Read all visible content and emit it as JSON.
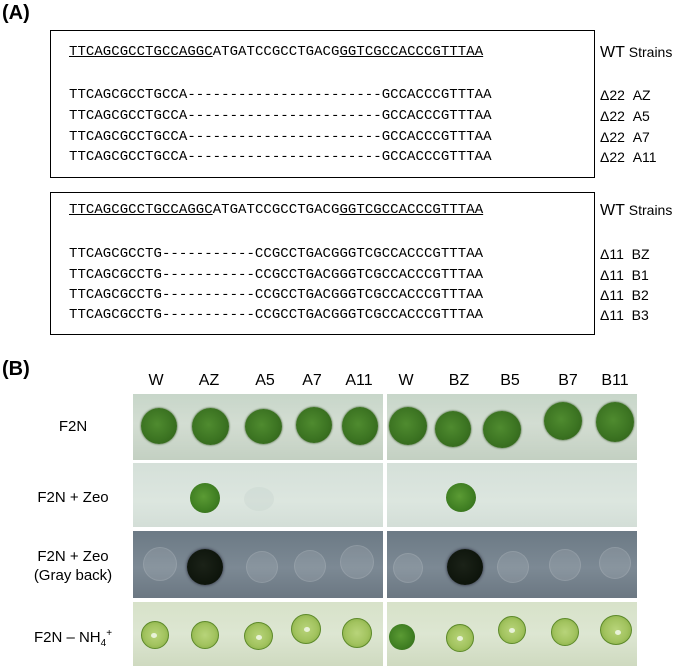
{
  "panel_a": {
    "label": "(A)",
    "box1": {
      "wt_seq": {
        "u1": "TTCAGCGCCTGCCAGGC",
        "mid": "ATGATCCGCCTGACG",
        "u2": "GGTCGCCACCCGTTTAA"
      },
      "wt_label": "WT",
      "strains_label": "Strains",
      "rows": [
        {
          "seq": "TTCAGCGCCTGCCA-----------------------GCCACCCGTTTAA",
          "del": "Δ22",
          "strain": "AZ"
        },
        {
          "seq": "TTCAGCGCCTGCCA-----------------------GCCACCCGTTTAA",
          "del": "Δ22",
          "strain": "A5"
        },
        {
          "seq": "TTCAGCGCCTGCCA-----------------------GCCACCCGTTTAA",
          "del": "Δ22",
          "strain": "A7"
        },
        {
          "seq": "TTCAGCGCCTGCCA-----------------------GCCACCCGTTTAA",
          "del": "Δ22",
          "strain": "A11"
        }
      ]
    },
    "box2": {
      "wt_seq": {
        "u1": "TTCAGCGCCTGCCAGGC",
        "mid": "ATGATCCGCCTGACG",
        "u2": "GGTCGCCACCCGTTTAA"
      },
      "wt_label": "WT",
      "strains_label": "Strains",
      "rows": [
        {
          "seq": "TTCAGCGCCTG-----------CCGCCTGACGGGTCGCCACCCGTTTAA",
          "del": "Δ11",
          "strain": "BZ"
        },
        {
          "seq": "TTCAGCGCCTG-----------CCGCCTGACGGGTCGCCACCCGTTTAA",
          "del": "Δ11",
          "strain": "B1"
        },
        {
          "seq": "TTCAGCGCCTG-----------CCGCCTGACGGGTCGCCACCCGTTTAA",
          "del": "Δ11",
          "strain": "B2"
        },
        {
          "seq": "TTCAGCGCCTG-----------CCGCCTGACGGGTCGCCACCCGTTTAA",
          "del": "Δ11",
          "strain": "B3"
        }
      ]
    }
  },
  "panel_b": {
    "label": "(B)",
    "columns": [
      "W",
      "AZ",
      "A5",
      "A7",
      "A11",
      "W",
      "BZ",
      "B5",
      "B7",
      "B11"
    ],
    "rows": [
      {
        "label": "F2N"
      },
      {
        "label": "F2N + Zeo"
      },
      {
        "label_line1": "F2N + Zeo",
        "label_line2": "(Gray back)"
      },
      {
        "label": "F2N – NH",
        "label_sub": "4",
        "label_sup": "+"
      }
    ]
  }
}
